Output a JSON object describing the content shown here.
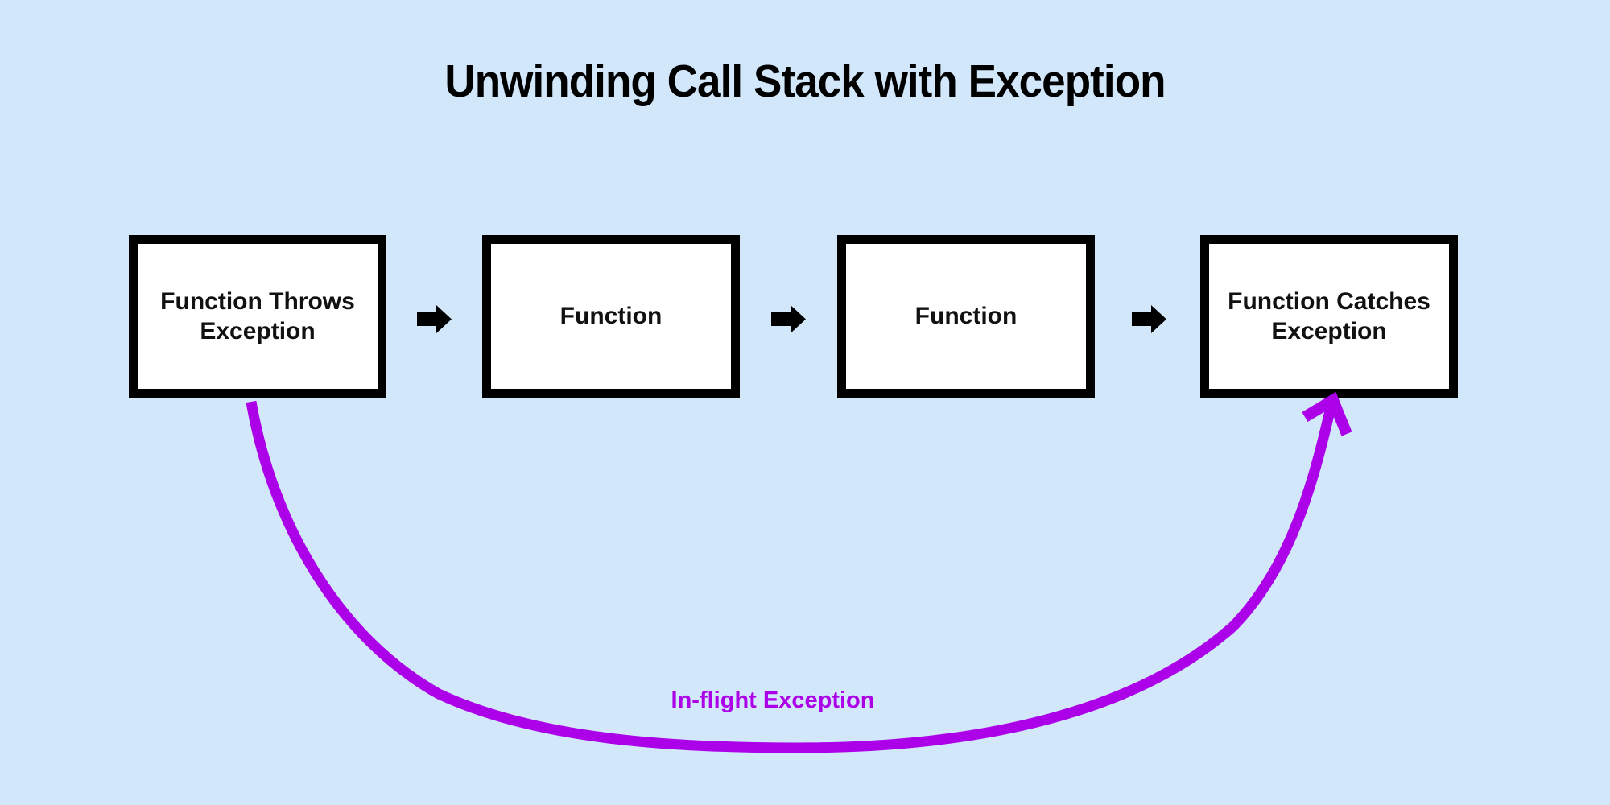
{
  "title": "Unwinding Call Stack with Exception",
  "diagram": {
    "nodes": [
      {
        "label": "Function Throws Exception"
      },
      {
        "label": "Function"
      },
      {
        "label": "Function"
      },
      {
        "label": "Function Catches Exception"
      }
    ],
    "exception_arrow": {
      "label": "In-flight Exception",
      "from": "Function Throws Exception",
      "to": "Function Catches Exception"
    }
  },
  "colors": {
    "background": "#D3E7FB",
    "box_fill": "#FFFFFF",
    "box_border": "#000000",
    "black_arrow": "#000000",
    "exception_purple": "#AB00E8",
    "title_text": "#000000"
  }
}
